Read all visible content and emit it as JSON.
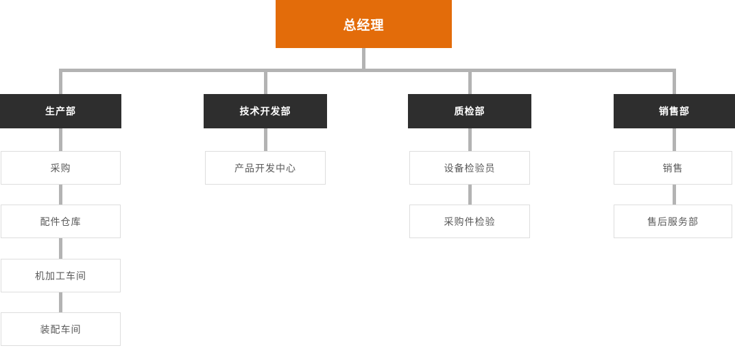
{
  "chart": {
    "type": "org-chart",
    "root": {
      "label": "总经理"
    },
    "departments": [
      {
        "label": "生产部",
        "children": [
          {
            "label": "采购"
          },
          {
            "label": "配件仓库"
          },
          {
            "label": "机加工车间"
          },
          {
            "label": "装配车间"
          }
        ]
      },
      {
        "label": "技术开发部",
        "children": [
          {
            "label": "产品开发中心"
          }
        ]
      },
      {
        "label": "质检部",
        "children": [
          {
            "label": "设备检验员"
          },
          {
            "label": "采购件检验"
          }
        ]
      },
      {
        "label": "销售部",
        "children": [
          {
            "label": "销售"
          },
          {
            "label": "售后服务部"
          }
        ]
      }
    ],
    "colors": {
      "root_bg": "#E36C0A",
      "dept_bg": "#2E2E2E",
      "connector": "#B3B3B3",
      "child_border": "#DDDDDD",
      "child_text": "#595959"
    }
  }
}
